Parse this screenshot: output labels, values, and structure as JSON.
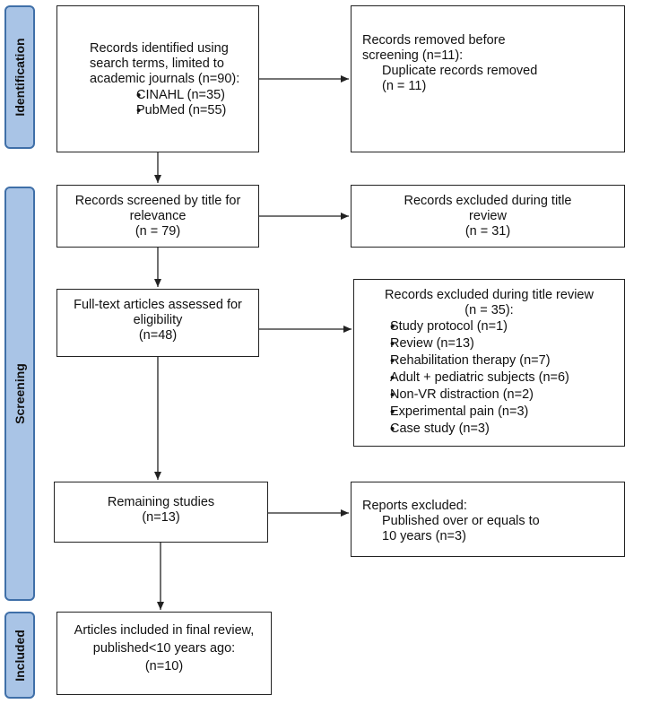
{
  "phases": {
    "identification": "Identification",
    "screening": "Screening",
    "included": "Included"
  },
  "identified": {
    "lines": [
      "Records identified using",
      "search terms, limited to",
      "academic journals (n=90):"
    ],
    "items": [
      "CINAHL (n=35)",
      "PubMed (n=55)"
    ]
  },
  "removed": {
    "lines": [
      "Records removed before",
      "screening (n=11):"
    ],
    "sub": [
      "Duplicate records removed",
      "(n = 11)"
    ]
  },
  "screened": {
    "lines": [
      "Records screened by title for",
      "relevance",
      "(n = 79)"
    ]
  },
  "excluded_title": {
    "lines": [
      "Records excluded during title",
      "review",
      "(n = 31)"
    ]
  },
  "fulltext": {
    "lines": [
      "Full-text articles assessed for",
      "eligibility",
      "(n=48)"
    ]
  },
  "excluded_fulltext": {
    "lines": [
      "Records excluded during title review",
      "(n = 35):"
    ],
    "items": [
      "Study protocol (n=1)",
      "Review (n=13)",
      "Rehabilitation therapy (n=7)",
      "Adult  + pediatric subjects (n=6)",
      "Non-VR distraction (n=2)",
      "Experimental pain (n=3)",
      "Case study (n=3)"
    ]
  },
  "remaining": {
    "lines": [
      "Remaining studies",
      "(n=13)"
    ]
  },
  "reports_excluded": {
    "title": "Reports excluded:",
    "sub": [
      "Published over or equals to",
      "10 years (n=3)"
    ]
  },
  "included": {
    "lines": [
      "Articles included in final review,",
      "published<10 years ago:",
      "(n=10)"
    ]
  }
}
